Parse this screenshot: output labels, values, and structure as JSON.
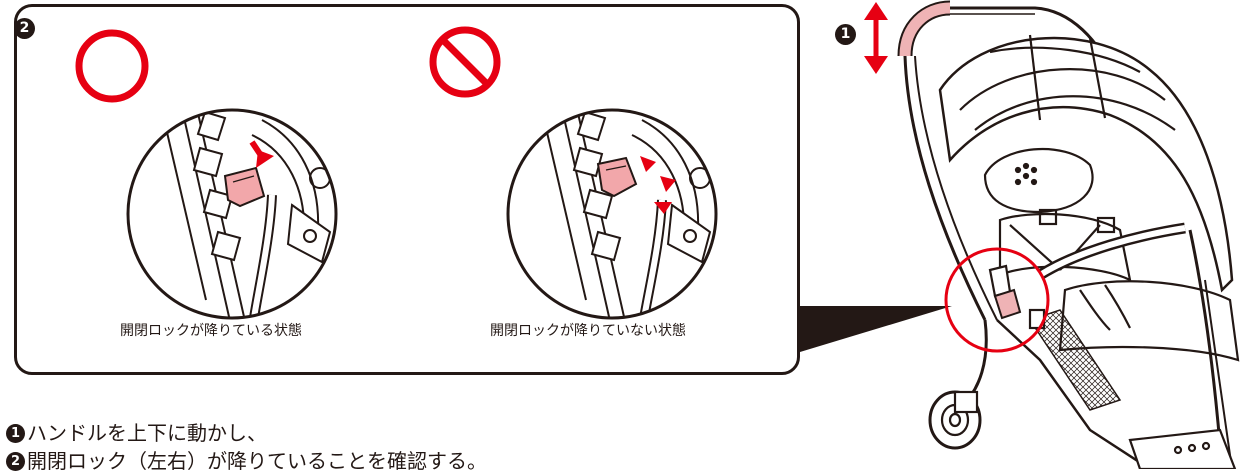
{
  "markers": {
    "one": "1",
    "two": "2"
  },
  "captions": {
    "locked": "開閉ロックが降りている状態",
    "not_locked": "開閉ロックが降りていない状態"
  },
  "instructions": {
    "step_one": "ハンドルを上下に動かし、",
    "step_two": "開閉ロック（左右）が降りていることを確認する。"
  },
  "colors": {
    "ink": "#231815",
    "accent_red": "#e60012",
    "latch_pink": "#f2a7aa",
    "handle_pink": "#efb3b5"
  },
  "icons": {
    "correct": "circle-ok-icon",
    "prohibited": "prohibited-icon",
    "direction": "up-down-arrow-icon"
  }
}
